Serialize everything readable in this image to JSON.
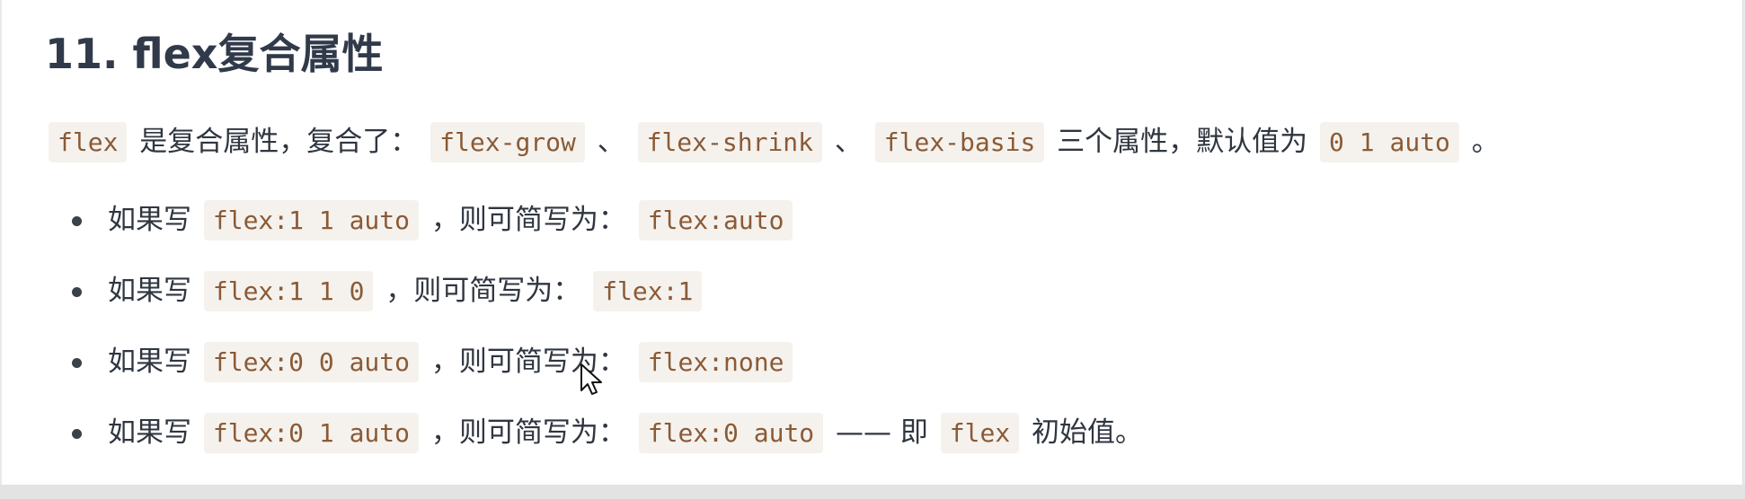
{
  "heading": {
    "title": "11. flex复合属性"
  },
  "intro": {
    "code_flex": "flex",
    "text_1": "是复合属性，复合了：",
    "code_grow": "flex-grow",
    "sep_1": "、",
    "code_shrink": "flex-shrink",
    "sep_2": "、",
    "code_basis": "flex-basis",
    "text_2": "三个属性，默认值为",
    "code_default": "0 1 auto",
    "text_end": "。"
  },
  "rules": [
    {
      "prefix": "如果写",
      "code_full": "flex:1 1 auto",
      "middle": "，则可简写为：",
      "code_short": "flex:auto"
    },
    {
      "prefix": "如果写",
      "code_full": "flex:1 1 0",
      "middle": "，则可简写为：",
      "code_short": "flex:1"
    },
    {
      "prefix": "如果写",
      "code_full": "flex:0 0 auto",
      "middle": "，则可简写为：",
      "code_short": "flex:none"
    },
    {
      "prefix": "如果写",
      "code_full": "flex:0 1 auto",
      "middle": "，则可简写为：",
      "code_short": "flex:0 auto",
      "suffix_1": "—— 即",
      "code_extra": "flex",
      "suffix_2": "初始值。"
    }
  ],
  "icons": {
    "cursor": "mouse-pointer-icon"
  }
}
